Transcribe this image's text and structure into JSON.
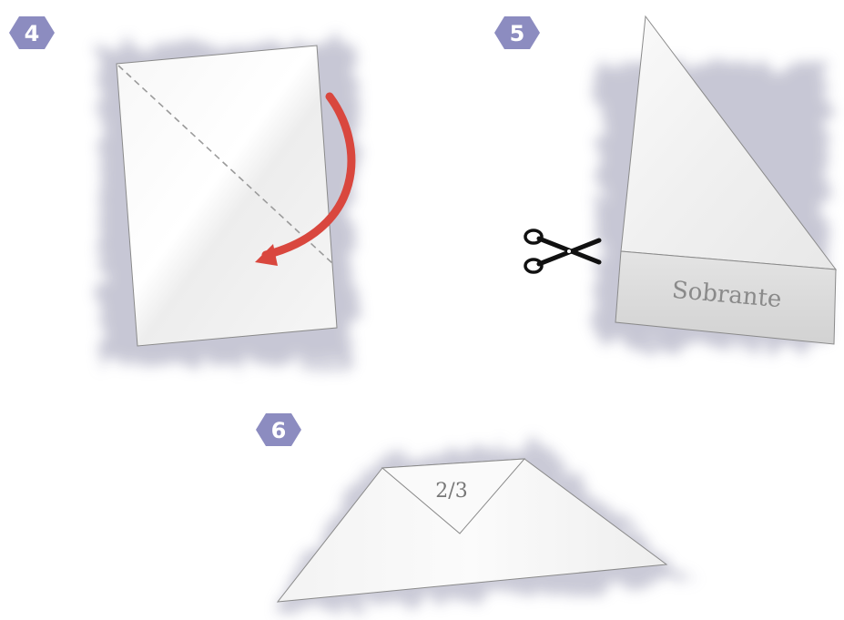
{
  "steps": [
    {
      "number": "4"
    },
    {
      "number": "5",
      "label": "Sobrante"
    },
    {
      "number": "6",
      "label": "2/3"
    }
  ],
  "colors": {
    "badge": "#8c8cc0",
    "badge_text": "#ffffff",
    "paper": "#f4f4f4",
    "paper_edge": "#8a8a8a",
    "shadow": "#c5c5d3",
    "arrow": "#d9473e",
    "strip": "#dadada",
    "label_text": "#8a8a8a",
    "dash": "#9a9a9a",
    "scissors": "#111111"
  },
  "icons": {
    "arrow": "curved-fold-arrow-icon",
    "scissors": "scissors-icon"
  }
}
